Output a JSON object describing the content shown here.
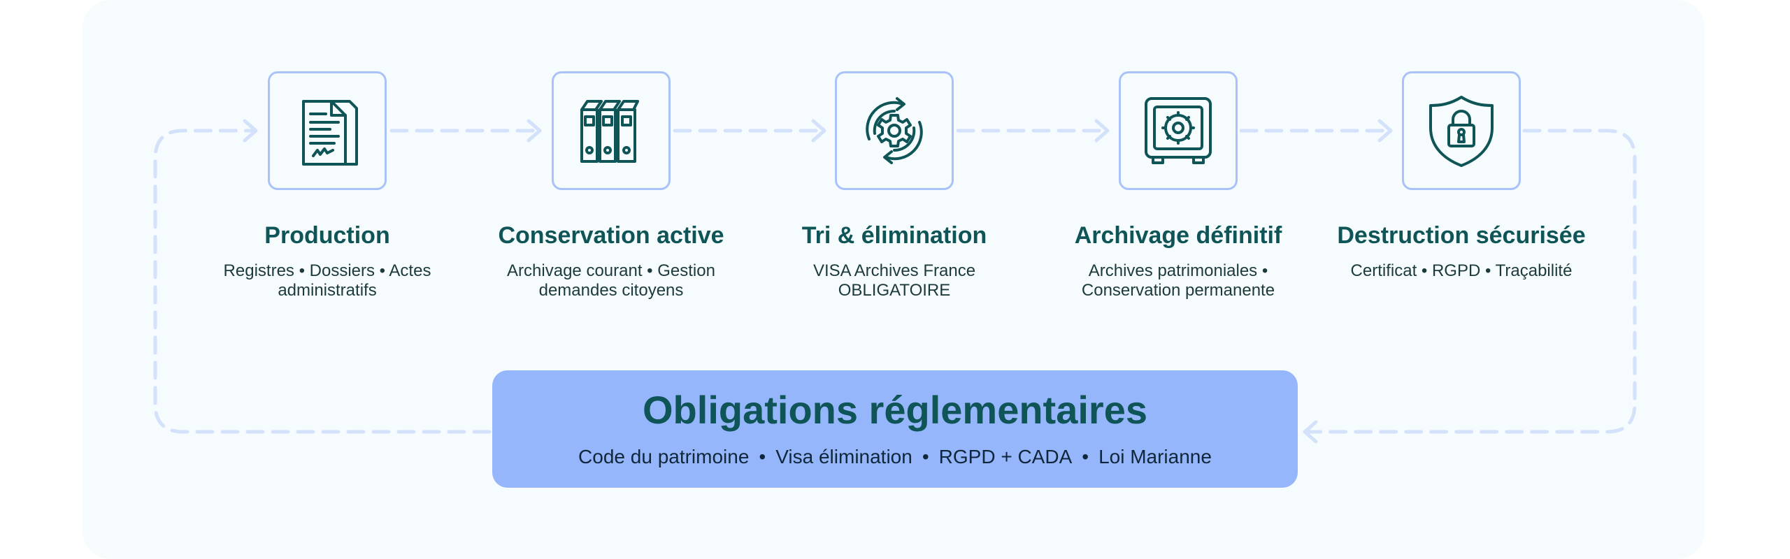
{
  "steps": [
    {
      "title": "Production",
      "desc_line1": "Registres • Dossiers • Actes",
      "desc_line2": "administratifs",
      "icon": "document-icon"
    },
    {
      "title": "Conservation active",
      "desc_line1": "Archivage courant • Gestion",
      "desc_line2": "demandes citoyens",
      "icon": "binders-icon"
    },
    {
      "title": "Tri & élimination",
      "desc_line1": "VISA Archives France",
      "desc_line2": "OBLIGATOIRE",
      "icon": "gear-cycle-icon"
    },
    {
      "title": "Archivage définitif",
      "desc_line1": "Archives patrimoniales •",
      "desc_line2": "Conservation permanente",
      "icon": "safe-icon"
    },
    {
      "title": "Destruction sécurisée",
      "desc_line1": "Certificat • RGPD • Traçabilité",
      "desc_line2": "",
      "icon": "shield-lock-icon"
    }
  ],
  "banner": {
    "title": "Obligations réglementaires",
    "items": [
      "Code du patrimoine",
      "Visa élimination",
      "RGPD + CADA",
      "Loi Marianne"
    ],
    "separator": "•"
  },
  "colors": {
    "panel_bg": "#f6fcfd",
    "box_border": "#a9c3f8",
    "arrow": "#d3e1fa",
    "icon": "#0f5456",
    "title": "#0f5456",
    "banner_bg": "#96b6fb"
  }
}
